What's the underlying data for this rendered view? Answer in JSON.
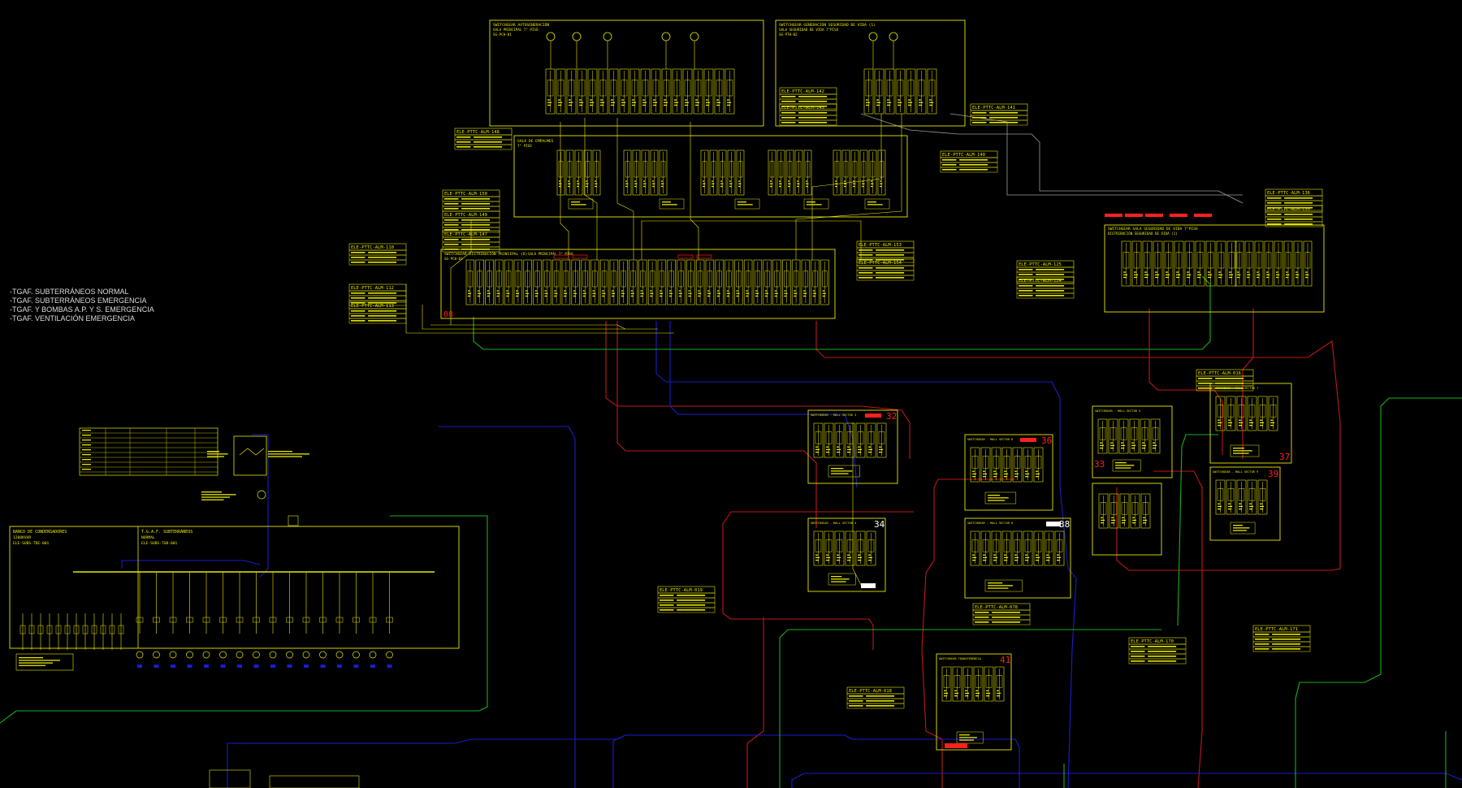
{
  "legend": [
    "-TGAF. SUBTERRÁNEOS NORMAL",
    "-TGAF. SUBTERRÁNEOS EMERGENCIA",
    "-TGAF. Y BOMBAS A.P. Y S. EMERGENCIA",
    "-TGAF. VENTILACIÓN EMERGENCIA"
  ],
  "colors": {
    "background": "#000000",
    "drawing": "#e8e800",
    "red_feeder": "#c01818",
    "blue_feeder": "#1c1ccc",
    "green_feeder": "#1cb01c",
    "grey_feeder": "#9a9a9a",
    "red_tag": "#ff2020",
    "legend_text": "#dcdcdc"
  },
  "boards": {
    "autogen": {
      "title": "SWITCHGEAR AUTOGENERACIÓN",
      "sub1": "SALA PRINCIPAL 7° PISO",
      "sub2": "SG-PCH-01"
    },
    "seguridad": {
      "title": "SWITCHGEAR GENERACIÓN SEGURIDAD DE VIDA (1)",
      "sub1": "SALA SEGURIDAD DE VIDA 7°PISO",
      "sub2": "SG-PTH-02"
    },
    "empalmes": {
      "title": "SALA DE EMPALMES",
      "sub1": "7° PISO"
    },
    "distribucion": {
      "title": "SWITCHGEAR DISTRIBUCIÓN PRINCIPAL (D)",
      "sub1": "SALA PRINCIPAL 7° PISO",
      "sub2": "SG-PCH-03",
      "number": "08"
    },
    "dist_seguridad": {
      "title": "SWITCHGEAR SALA SEGURIDAD DE VIDA 7°PISO",
      "sub1": "DISTRIBUCIÓN SEGURIDAD DE VIDA (1)"
    },
    "condensadores": {
      "title": "BANCO DE CONDENSADORES",
      "sub1": "1200KVAR",
      "sub2": "ELE-SUBS-TDE-001"
    },
    "tgaf": {
      "title": "T.G.A.F. SUBTERRÁNEOS",
      "sub1": "NORMAL",
      "sub2": "ELE-SUBS-TGN-001"
    }
  },
  "sector_boards": [
    {
      "id": "32",
      "label": "SWITCHGEAR - MALL SECTOR 3"
    },
    {
      "id": "36",
      "label": "SWITCHGEAR - MALL SECTOR 6"
    },
    {
      "id": "33",
      "label": "SWITCHGEAR - MALL SECTOR 3"
    },
    {
      "id": "37",
      "label": "SWITCHGEAR - MALL SECTOR 7"
    },
    {
      "id": "34",
      "label": "SWITCHGEAR - MALL SECTOR 4"
    },
    {
      "id": "38",
      "label": "SWITCHGEAR - MALL SECTOR 8"
    },
    {
      "id": "39",
      "label": "SWITCHGEAR - MALL SECTOR 9"
    },
    {
      "id": "41",
      "label": "SWITCHGEAR TRANSFERENCIA"
    }
  ],
  "feeder_tags": [
    "ELE-PTTC-ALM-148",
    "ELE-PTTC-ALM-142",
    "ELE-PTTC-ALM-143",
    "ELE-PTTC-ALM-141",
    "ELE-PTTC-ALM-140",
    "ELE-PTTC-ALM-150",
    "ELE-PTTC-ALM-149",
    "ELE-PTTC-ALM-147",
    "ELE-PTTC-ALM-110",
    "ELE-PTTC-ALM-112",
    "ELE-PTTC-ALM-113",
    "ELE-PTTC-ALM-153",
    "ELE-PTTC-ALM-154",
    "ELE-PTTC-ALM-125",
    "ELE-PTTC-ALM-124",
    "ELE-PTTC-ALM-136",
    "ELE-PTTC-ALM-135",
    "ELE-PTTC-ALM-019",
    "ELE-PTTC-ALM-078",
    "ELE-PTTC-ALM-018",
    "ELE-PTTC-ALM-170",
    "ELE-PTTC-ALM-171",
    "ELE-PTTC-ALM-016"
  ]
}
